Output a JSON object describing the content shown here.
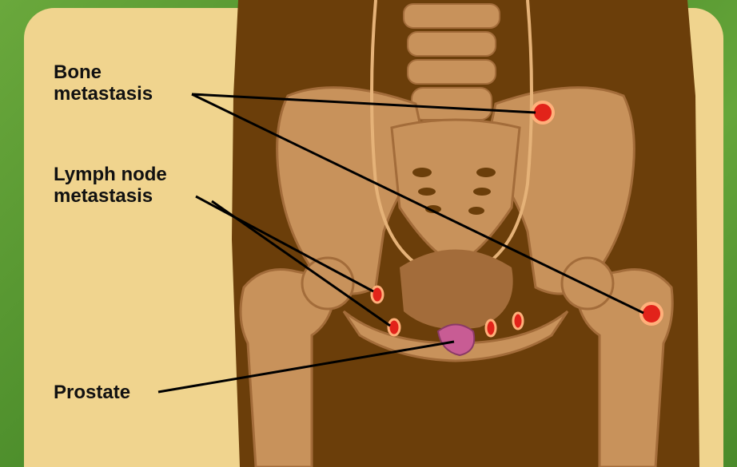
{
  "labels": {
    "bone_metastasis": "Bone\nmetastasis",
    "lymph_node_metastasis": "Lymph node\nmetastasis",
    "prostate": "Prostate"
  },
  "colors": {
    "background_green": "#5a9a34",
    "panel": "#f0d48e",
    "body_brown": "#6b3e0a",
    "bone": "#c8925b",
    "bone_dark": "#a36c3a",
    "metastasis_red": "#e2231a",
    "prostate": "#c85c94"
  }
}
